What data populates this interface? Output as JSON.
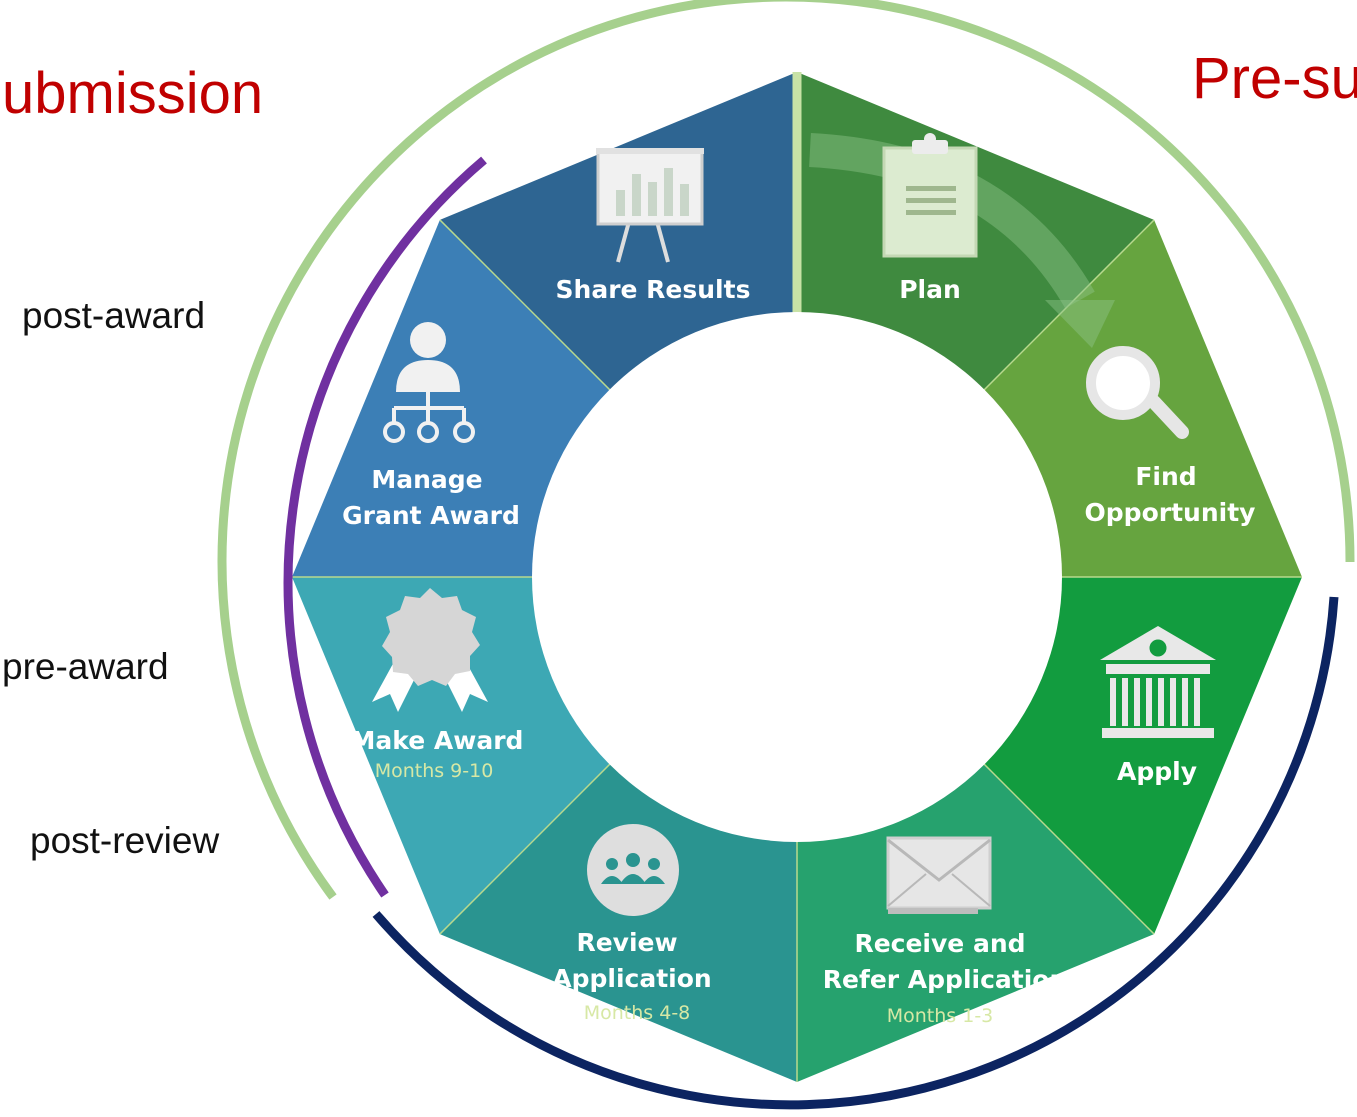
{
  "phases": {
    "left_title": "ubmission",
    "right_title": "Pre-su"
  },
  "side_labels": {
    "post_award": "post-award",
    "pre_award": "pre-award",
    "post_review": "post-review"
  },
  "segments": {
    "share_results": {
      "line1": "Share Results",
      "color": "#2e6592",
      "icon": "presentation-easel-icon"
    },
    "plan": {
      "line1": "Plan",
      "color": "#3f8a3f",
      "icon": "clipboard-icon"
    },
    "find_opportunity": {
      "line1": "Find",
      "line2": "Opportunity",
      "color": "#66a43f",
      "icon": "magnifier-icon"
    },
    "apply": {
      "line1": "Apply",
      "color": "#129c3f",
      "icon": "bank-building-icon"
    },
    "receive_refer": {
      "line1": "Receive and",
      "line2": "Refer Application",
      "months": "Months 1-3",
      "color": "#26a26e",
      "icon": "envelope-icon"
    },
    "review": {
      "line1": "Review",
      "line2": "Application",
      "months": "Months 4-8",
      "color": "#2a9490",
      "icon": "group-people-icon"
    },
    "make_award": {
      "line1": "Make Award",
      "months": "Months 9-10",
      "color": "#3da8b4",
      "icon": "award-ribbon-icon"
    },
    "manage": {
      "line1": "Manage",
      "line2": "Grant Award",
      "color": "#3c7fb6",
      "icon": "org-hierarchy-icon"
    }
  },
  "arc_colors": {
    "pre_submission": "#a6d08d",
    "post_submission": "#a6d08d",
    "post_award_bracket": "#7030a0",
    "review_bracket": "#0c2461"
  }
}
